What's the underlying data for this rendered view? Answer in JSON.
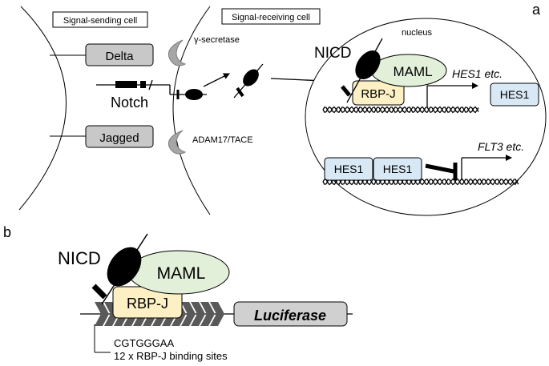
{
  "panel_a": {
    "label": "a",
    "sending_cell_label": "Signal-sending cell",
    "receiving_cell_label": "Signal-receiving cell",
    "nucleus_label": "nucleus",
    "delta_label": "Delta",
    "jagged_label": "Jagged",
    "notch_label": "Notch",
    "gamma_secretase_label": "γ-secretase",
    "adam17_label": "ADAM17/TACE",
    "nicd_label": "NICD",
    "maml_label": "MAML",
    "rbpj_label": "RBP-J",
    "hes1_gene_label": "HES1 etc.",
    "hes1_protein_label": "HES1",
    "repressor_1_label": "HES1",
    "repressor_2_label": "HES1",
    "flt3_gene_label": "FLT3 etc."
  },
  "panel_b": {
    "label": "b",
    "nicd_label": "NICD",
    "maml_label": "MAML",
    "rbpj_label": "RBP-J",
    "luciferase_label": "Luciferase",
    "sequence_label": "CGTGGGAA",
    "binding_sites_label": "12 x RBP-J binding sites"
  },
  "colors": {
    "membrane_protein_grey": "#c8c8c8",
    "secretase_grey": "#a6a6a6",
    "rbpj_yellow": "#fdf0c4",
    "maml_green": "#e2f0d9",
    "hes1_blue": "#d9e8f5",
    "chevron_grey": "#595959",
    "luciferase_grey": "#d0d0d0"
  }
}
